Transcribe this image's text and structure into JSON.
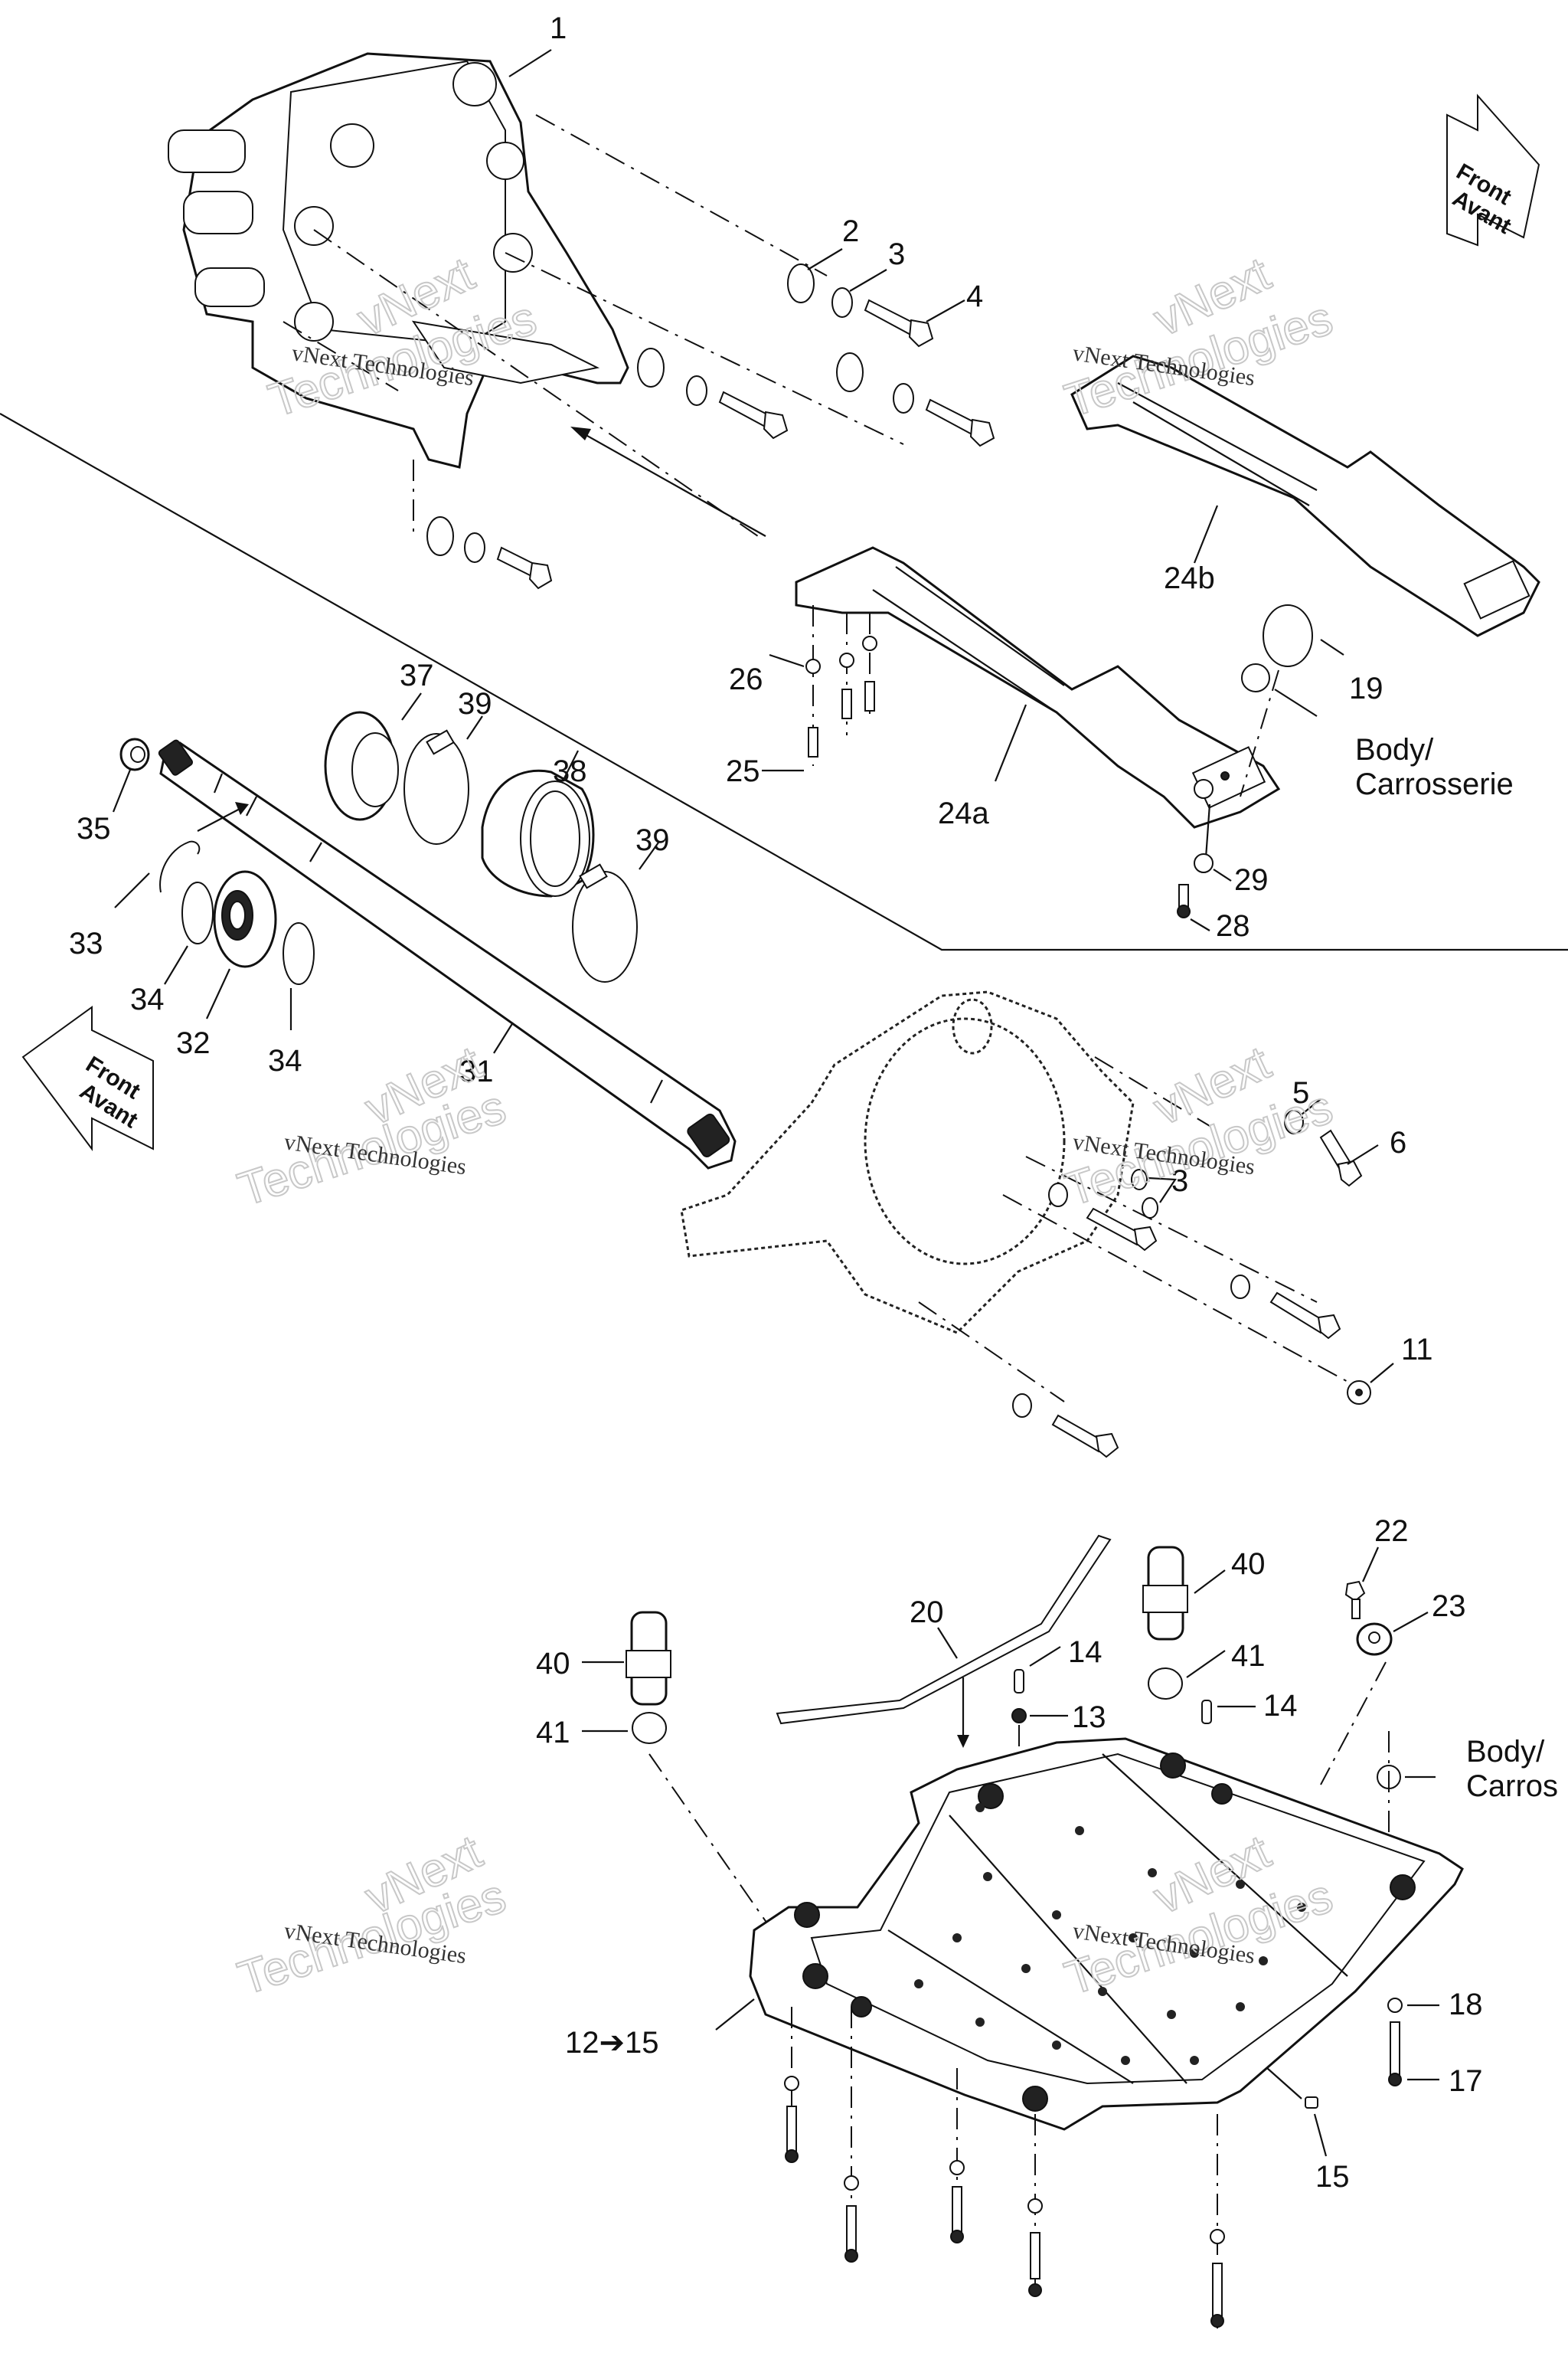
{
  "diagram": {
    "title": "Exploded parts diagram - drive shaft housing and hull plate",
    "watermark": {
      "serif_text": "vNext Technologies",
      "outline_line1": "vNext",
      "outline_line2": "Technologies"
    },
    "direction_arrows": [
      {
        "line1": "Front",
        "line2": "Avant",
        "points": "right"
      },
      {
        "line1": "Front",
        "line2": "Avant",
        "points": "left"
      }
    ],
    "notes": {
      "body_1_line1": "Body/",
      "body_1_line2": "Carrosserie",
      "body_2_line1": "Body/",
      "body_2_line2": "Carros"
    },
    "callouts": {
      "c1": "1",
      "c2": "2",
      "c3": "3",
      "c3b": "3",
      "c4": "4",
      "c5": "5",
      "c6": "6",
      "c11": "11",
      "c12_15": "12➔15",
      "c13": "13",
      "c14a": "14",
      "c14b": "14",
      "c15": "15",
      "c17": "17",
      "c18": "18",
      "c19": "19",
      "c20": "20",
      "c22": "22",
      "c23": "23",
      "c24a": "24a",
      "c24b": "24b",
      "c25": "25",
      "c26": "26",
      "c28": "28",
      "c29": "29",
      "c31": "31",
      "c32": "32",
      "c33": "33",
      "c34a": "34",
      "c34b": "34",
      "c35": "35",
      "c37": "37",
      "c38": "38",
      "c39a": "39",
      "c39b": "39",
      "c40a": "40",
      "c40b": "40",
      "c41a": "41",
      "c41b": "41"
    }
  }
}
